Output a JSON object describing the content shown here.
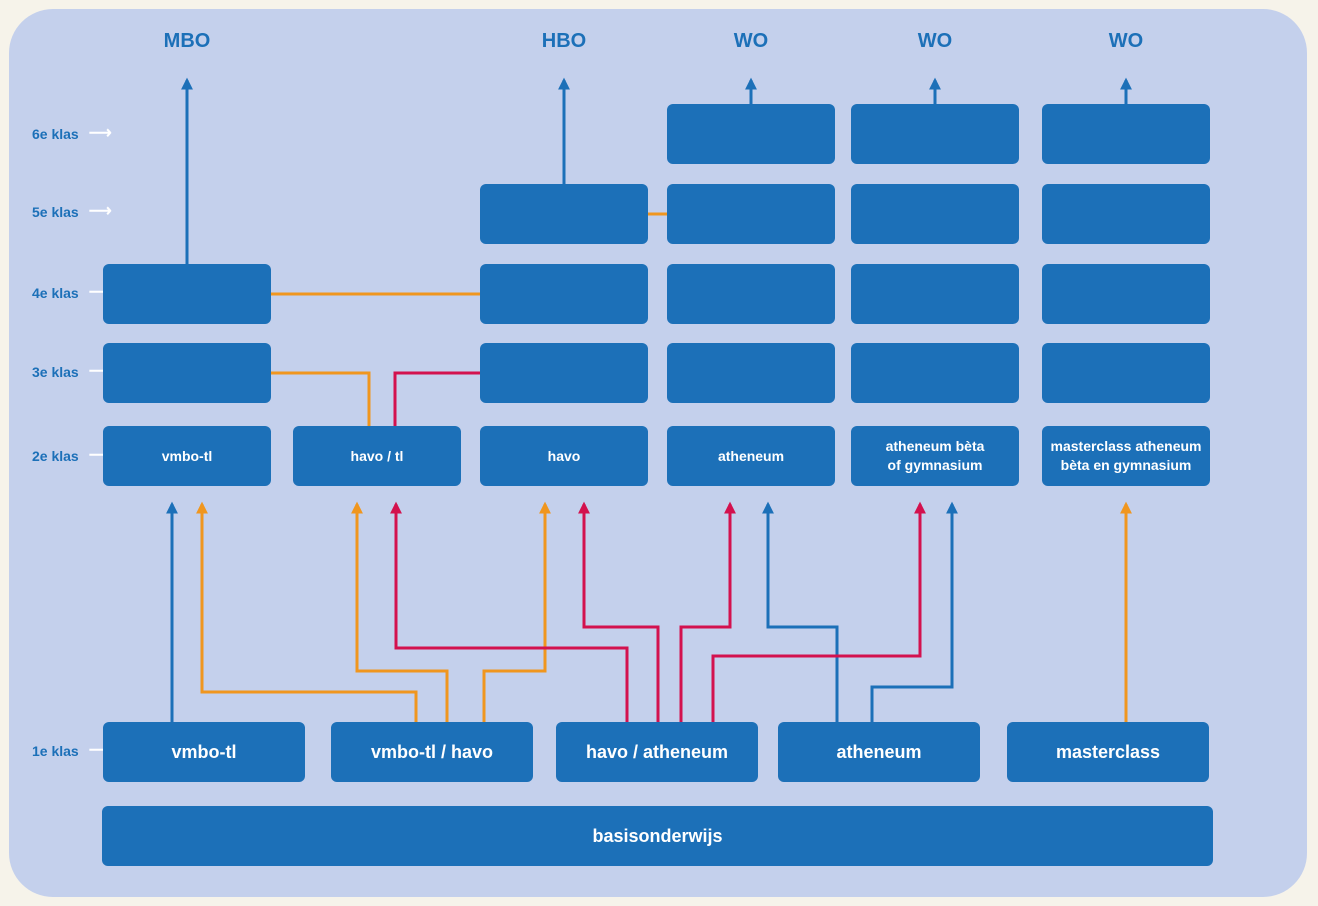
{
  "colors": {
    "panel": "#c4d0ec",
    "box": "#1c70b8",
    "blue_arrow": "#1c70b8",
    "orange_arrow": "#f0961e",
    "red_arrow": "#d3114e"
  },
  "destinations": [
    "MBO",
    "HBO",
    "WO",
    "WO",
    "WO"
  ],
  "years": [
    "6e klas",
    "5e klas",
    "4e klas",
    "3e klas",
    "2e klas",
    "1e klas"
  ],
  "year_arrow_icon": "white-arrow-right-icon",
  "second_year_labels": {
    "vmbo_tl": "vmbo-tl",
    "havo_tl": "havo / tl",
    "havo": "havo",
    "atheneum": "atheneum",
    "beta": "atheneum bèta\nof gymnasium",
    "masterclass": "masterclass atheneum\nbèta en gymnasium"
  },
  "first_year_labels": {
    "vmbo_tl": "vmbo-tl",
    "vmbo_havo": "vmbo-tl / havo",
    "havo_atheneum": "havo / atheneum",
    "atheneum": "atheneum",
    "masterclass": "masterclass"
  },
  "foundation_label": "basisonderwijs"
}
